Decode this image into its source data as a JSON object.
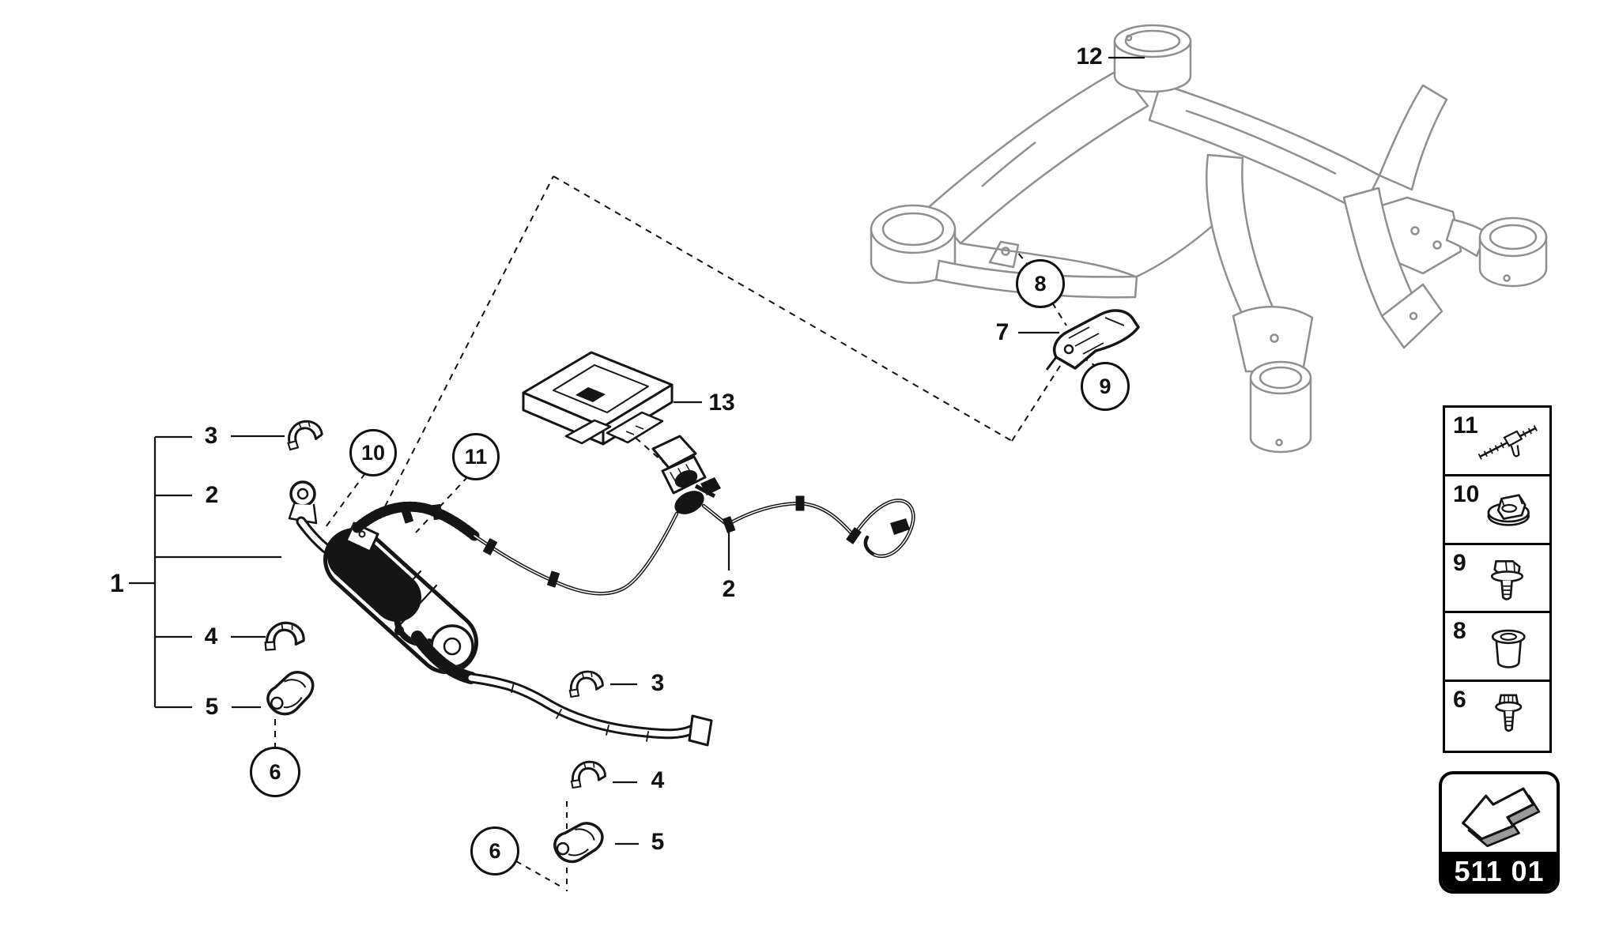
{
  "colors": {
    "part_line": "#151515",
    "frame_line": "#8f8f8f",
    "panel_border": "#000000",
    "code_band_bg": "#000000",
    "code_band_text": "#ffffff",
    "arrow_side_fill": "#9a9a9a"
  },
  "callouts": {
    "c1": "1",
    "c2": "2",
    "c3": "3",
    "c4": "4",
    "c5": "5",
    "c6": "6",
    "c7": "7",
    "c8": "8",
    "c9": "9",
    "c10": "10",
    "c11": "11",
    "c12": "12",
    "c13": "13"
  },
  "legend": {
    "items": [
      {
        "id": "11",
        "icon": "cable-tie-icon"
      },
      {
        "id": "10",
        "icon": "flange-nut-icon"
      },
      {
        "id": "9",
        "icon": "hex-flange-bolt-icon"
      },
      {
        "id": "8",
        "icon": "sleeve-bushing-icon"
      },
      {
        "id": "6",
        "icon": "bolt-with-washer-icon"
      }
    ]
  },
  "code_box": {
    "code": "511 01",
    "arrow_icon": "group-reference-arrow-icon"
  }
}
